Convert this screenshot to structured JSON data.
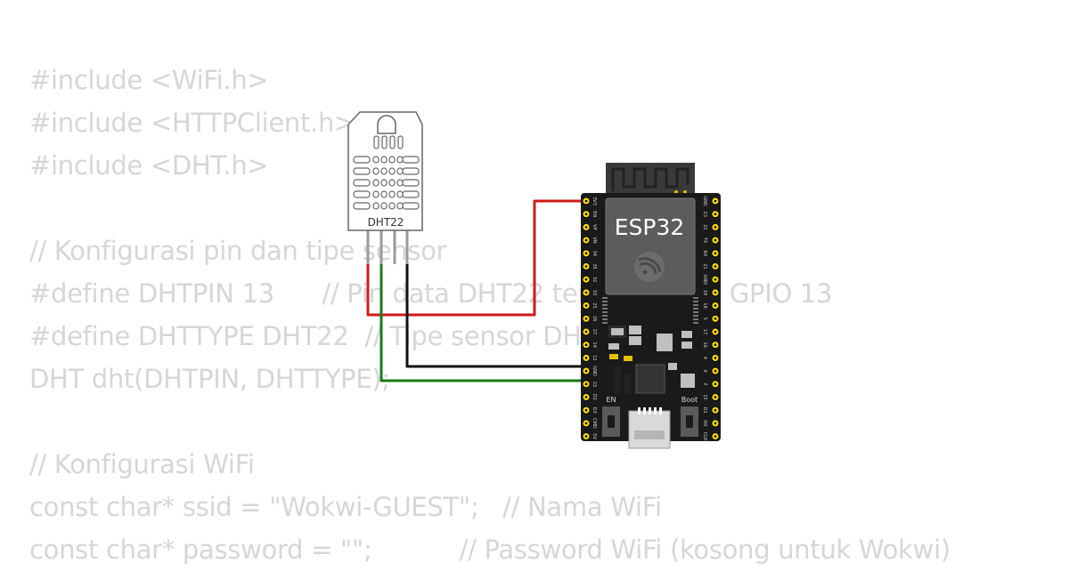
{
  "code_lines": [
    "#include <WiFi.h>",
    "#include <HTTPClient.h>",
    "#include <DHT.h>",
    "",
    "// Konfigurasi pin dan tipe sensor",
    "#define DHTPIN 13      // Pin data DHT22 terhubung ke GPIO 13",
    "#define DHTTYPE DHT22  // Tipe sensor DHT",
    "DHT dht(DHTPIN, DHTTYPE);",
    "",
    "// Konfigurasi WiFi",
    "const char* ssid = \"Wokwi-GUEST\";   // Nama WiFi",
    "const char* password = \"\";           // Password WiFi (kosong untuk Wokwi)"
  ],
  "sensor": {
    "label": "DHT22",
    "body_color": "#ffffff",
    "outline_color": "#666666"
  },
  "board": {
    "label": "ESP32",
    "en_label": "EN",
    "boot_label": "Boot",
    "body_color": "#1a1a1a",
    "pin_color": "#f5d90a",
    "left_pins": [
      "3V3",
      "EN",
      "VP",
      "VN",
      "34",
      "35",
      "32",
      "33",
      "25",
      "26",
      "27",
      "14",
      "12",
      "GND",
      "13",
      "D2",
      "D3",
      "CMD",
      "5V"
    ],
    "right_pins": [
      "GND",
      "23",
      "22",
      "TX",
      "RX",
      "21",
      "GND",
      "19",
      "18",
      "5",
      "17",
      "16",
      "4",
      "0",
      "2",
      "15",
      "D1",
      "D0",
      "CLK"
    ]
  },
  "wires": [
    {
      "name": "vcc-wire",
      "color": "#d11a1a"
    },
    {
      "name": "gnd-wire",
      "color": "#111111"
    },
    {
      "name": "data-wire",
      "color": "#1a7a1a"
    }
  ]
}
